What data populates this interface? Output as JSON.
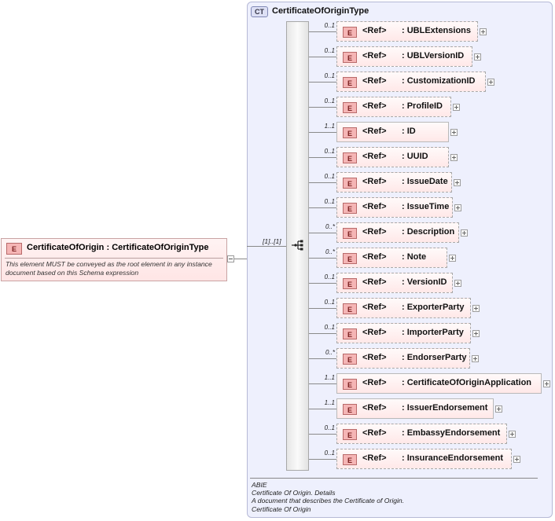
{
  "root": {
    "badge": "E",
    "name": "CertificateOfOrigin",
    "type": ": CertificateOfOriginType",
    "documentation": "This element MUST be conveyed as the root element in any instance document based on this Schema expression"
  },
  "complex_type": {
    "badge": "CT",
    "name": "CertificateOfOriginType",
    "sequence_multiplicity": "[1]..[1]",
    "documentation": [
      "ABIE",
      "Certificate Of Origin. Details",
      "A document that describes the Certificate of Origin.",
      "Certificate Of Origin"
    ]
  },
  "children": [
    {
      "mult": "0..1",
      "badge": "E",
      "ref": "<Ref>",
      "name": ": UBLExtensions"
    },
    {
      "mult": "0..1",
      "badge": "E",
      "ref": "<Ref>",
      "name": ": UBLVersionID"
    },
    {
      "mult": "0..1",
      "badge": "E",
      "ref": "<Ref>",
      "name": ": CustomizationID"
    },
    {
      "mult": "0..1",
      "badge": "E",
      "ref": "<Ref>",
      "name": ": ProfileID"
    },
    {
      "mult": "1..1",
      "badge": "E",
      "ref": "<Ref>",
      "name": ": ID"
    },
    {
      "mult": "0..1",
      "badge": "E",
      "ref": "<Ref>",
      "name": ": UUID"
    },
    {
      "mult": "0..1",
      "badge": "E",
      "ref": "<Ref>",
      "name": ": IssueDate"
    },
    {
      "mult": "0..1",
      "badge": "E",
      "ref": "<Ref>",
      "name": ": IssueTime"
    },
    {
      "mult": "0..*",
      "badge": "E",
      "ref": "<Ref>",
      "name": ": Description"
    },
    {
      "mult": "0..*",
      "badge": "E",
      "ref": "<Ref>",
      "name": ": Note"
    },
    {
      "mult": "0..1",
      "badge": "E",
      "ref": "<Ref>",
      "name": ": VersionID"
    },
    {
      "mult": "0..1",
      "badge": "E",
      "ref": "<Ref>",
      "name": ": ExporterParty"
    },
    {
      "mult": "0..1",
      "badge": "E",
      "ref": "<Ref>",
      "name": ": ImporterParty"
    },
    {
      "mult": "0..*",
      "badge": "E",
      "ref": "<Ref>",
      "name": ": EndorserParty"
    },
    {
      "mult": "1..1",
      "badge": "E",
      "ref": "<Ref>",
      "name": ": CertificateOfOriginApplication"
    },
    {
      "mult": "1..1",
      "badge": "E",
      "ref": "<Ref>",
      "name": ": IssuerEndorsement"
    },
    {
      "mult": "0..1",
      "badge": "E",
      "ref": "<Ref>",
      "name": ": EmbassyEndorsement"
    },
    {
      "mult": "0..1",
      "badge": "E",
      "ref": "<Ref>",
      "name": ": InsuranceEndorsement"
    }
  ]
}
